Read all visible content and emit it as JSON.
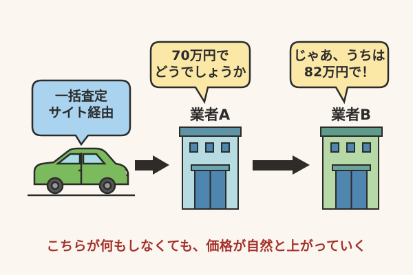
{
  "bubbles": {
    "site": {
      "line1": "一括査定",
      "line2": "サイト経由"
    },
    "dealer_a": {
      "line1": "70万円で",
      "line2": "どうでしょうか"
    },
    "dealer_b": {
      "line1": "じゃあ、うちは",
      "line2": "82万円で！"
    }
  },
  "labels": {
    "dealer_a": "業者A",
    "dealer_b": "業者B"
  },
  "caption": "こちらが何もしなくても、価格が自然と上がっていく",
  "colors": {
    "background": "#fbf6ef",
    "blue_bubble": "#a9d3ee",
    "yellow_bubble": "#fbe7a6",
    "car": "#7cba5e",
    "building_a": "#b6dbe0",
    "building_b": "#b7d9a7",
    "caption": "#a3302a",
    "arrow": "#2f2b28"
  }
}
